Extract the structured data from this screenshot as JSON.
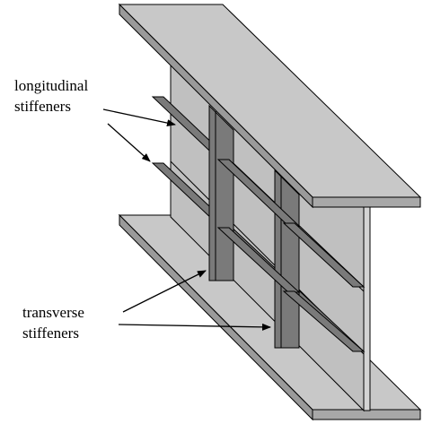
{
  "labels": {
    "longitudinal_line1": "longitudinal",
    "longitudinal_line2": "stiffeners",
    "transverse_line1": "transverse",
    "transverse_line2": "stiffeners"
  },
  "colors": {
    "flange_top": "#c8c8c8",
    "flange_edge": "#9a9a9a",
    "web": "#c0c0c0",
    "stiffener": "#7a7a7a",
    "stiffener_dark": "#6a6a6a",
    "outline": "#000000"
  }
}
